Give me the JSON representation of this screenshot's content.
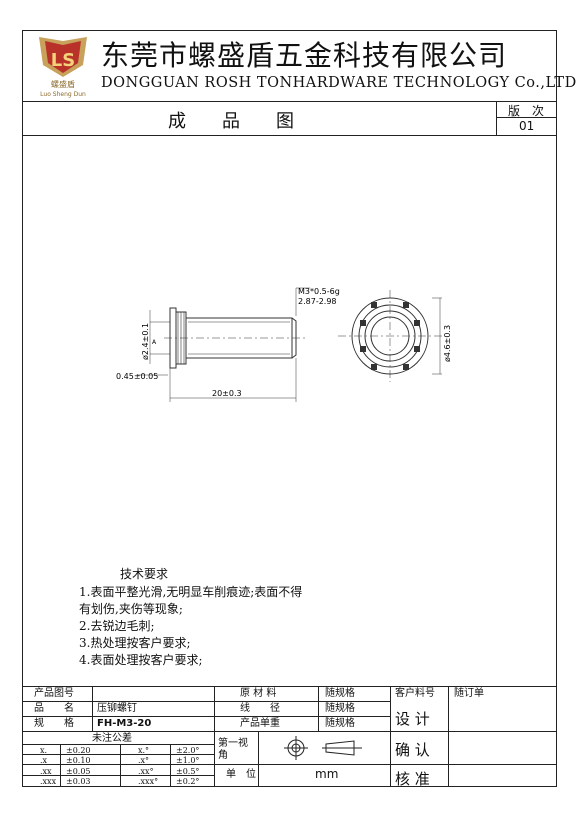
{
  "header": {
    "company_cn": "东莞市螺盛盾五金科技有限公司",
    "company_en": "DONGGUAN ROSH TONHARDWARE TECHNOLOGY Co.,LTD",
    "logo_letters": "LS",
    "logo_text": "螺盛盾",
    "logo_pinyin": "Luo Sheng Dun"
  },
  "title_bar": {
    "title": "成　　品　　图",
    "version_label": "版　次",
    "version_value": "01"
  },
  "drawing": {
    "thread_spec": "M3*0.5-6g",
    "thread_minor": "2.87-2.98",
    "dim_dia_small": "ø2.4±0.1",
    "dim_thickness": "0.45±0.05",
    "dim_length": "20±0.3",
    "dim_head_dia": "ø4.6±0.3",
    "datum_a": "A"
  },
  "notes": {
    "heading": "技术要求",
    "items": [
      "1.表面平整光滑,无明显车削痕迹;表面不得",
      "有划伤,夹伤等现象;",
      "2.去锐边毛刺;",
      "3.热处理按客户要求;",
      "4.表面处理按客户要求;"
    ]
  },
  "table": {
    "product_no_label": "产品图号",
    "product_name_label": "品　　名",
    "product_name_value": "压铆螺钉",
    "spec_label": "规　　格",
    "spec_value": "FH-M3-20",
    "material_label": "原 材 料",
    "material_value": "随规格",
    "wire_dia_label": "线　　径",
    "wire_dia_value": "随规格",
    "unit_weight_label": "产品单重",
    "unit_weight_value": "随规格",
    "customer_no_label": "客户料号",
    "customer_no_value": "随订单",
    "design_label": "设 计",
    "confirm_label": "确 认",
    "approve_label": "核 准",
    "tolerance_label": "未注公差",
    "tolerance_rows": [
      {
        "fmt": "x.",
        "val": "±0.20",
        "afmt": "x.°",
        "aval": "±2.0°"
      },
      {
        "fmt": ".x",
        "val": "±0.10",
        "afmt": ".x°",
        "aval": "±1.0°"
      },
      {
        "fmt": ".xx",
        "val": "±0.05",
        "afmt": ".xx°",
        "aval": "±0.5°"
      },
      {
        "fmt": ".xxx",
        "val": "±0.03",
        "afmt": ".xxx°",
        "aval": "±0.2°"
      }
    ],
    "view_angle_label": "第一视角",
    "unit_label": "单　位",
    "unit_value": "mm"
  }
}
